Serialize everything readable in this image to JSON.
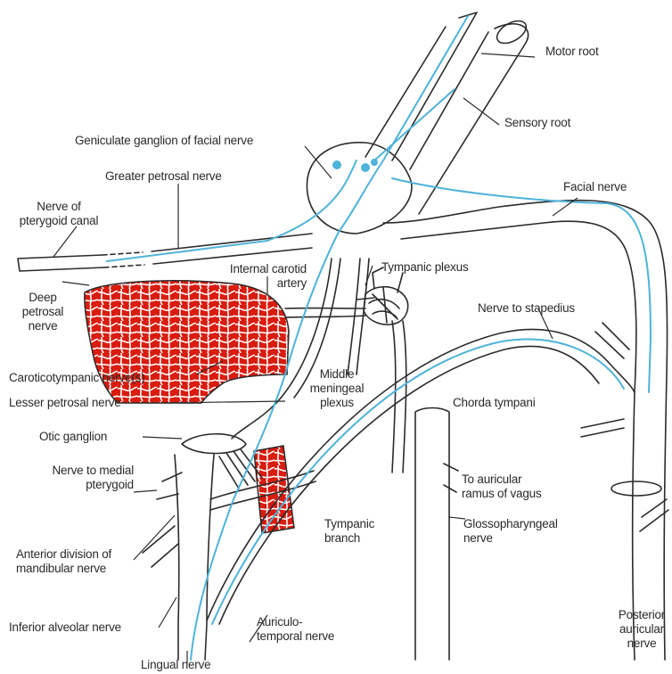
{
  "labels": {
    "motor_root": "Motor root",
    "sensory_root": "Sensory root",
    "geniculate_ganglion": "Geniculate ganglion of facial nerve",
    "greater_petrosal": "Greater petrosal nerve",
    "facial_nerve": "Facial nerve",
    "nerve_pterygoid_canal": [
      "Nerve of",
      "pterygoid canal"
    ],
    "internal_carotid": [
      "Internal carotid",
      "artery"
    ],
    "tympanic_plexus": "Tympanic plexus",
    "deep_petrosal": [
      "Deep",
      "petrosal",
      "nerve"
    ],
    "nerve_to_stapedius": "Nerve to stapedius",
    "middle_meningeal": [
      "Middle",
      "meningeal",
      "plexus"
    ],
    "caroticotympanic": "Caroticotympanic nerve(s)",
    "lesser_petrosal": "Lesser petrosal nerve",
    "chorda_tympani": "Chorda tympani",
    "otic_ganglion": "Otic ganglion",
    "nerve_medial_pterygoid": [
      "Nerve to medial",
      "pterygoid"
    ],
    "auricular_ramus": [
      "To auricular",
      "ramus of vagus"
    ],
    "anterior_division": [
      "Anterior division of",
      "mandibular nerve"
    ],
    "tympanic_branch": [
      "Tympanic",
      "branch"
    ],
    "glossopharyngeal": [
      "Glossopharyngeal",
      "nerve"
    ],
    "inferior_alveolar": "Inferior alveolar nerve",
    "auriculotemporal": [
      "Auriculo-",
      "temporal nerve"
    ],
    "posterior_auricular": [
      "Posterior",
      "auricular",
      "nerve"
    ],
    "lingual_nerve": "Lingual nerve"
  },
  "colors": {
    "outline": "#2b2b2b",
    "nerve_fiber": "#4fb3d9",
    "artery": "#d91c0f"
  }
}
